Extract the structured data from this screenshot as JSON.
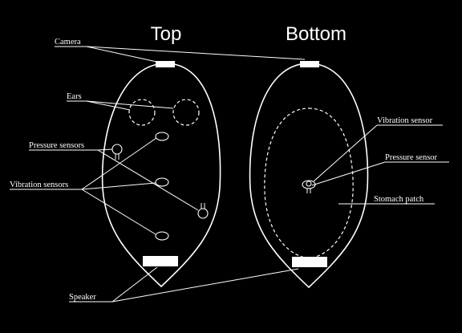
{
  "headings": {
    "top": "Top",
    "bottom": "Bottom"
  },
  "labels": {
    "camera": "Camera",
    "ears": "Ears",
    "pressure_sensors": "Pressure sensors",
    "vibration_sensors": "Vibration sensors",
    "speaker": "Speaker",
    "vibration_sensor": "Vibration sensor",
    "pressure_sensor": "Pressure sensor",
    "stomach_patch": "Stomach patch"
  },
  "colors": {
    "background": "#000000",
    "foreground": "#ffffff"
  }
}
